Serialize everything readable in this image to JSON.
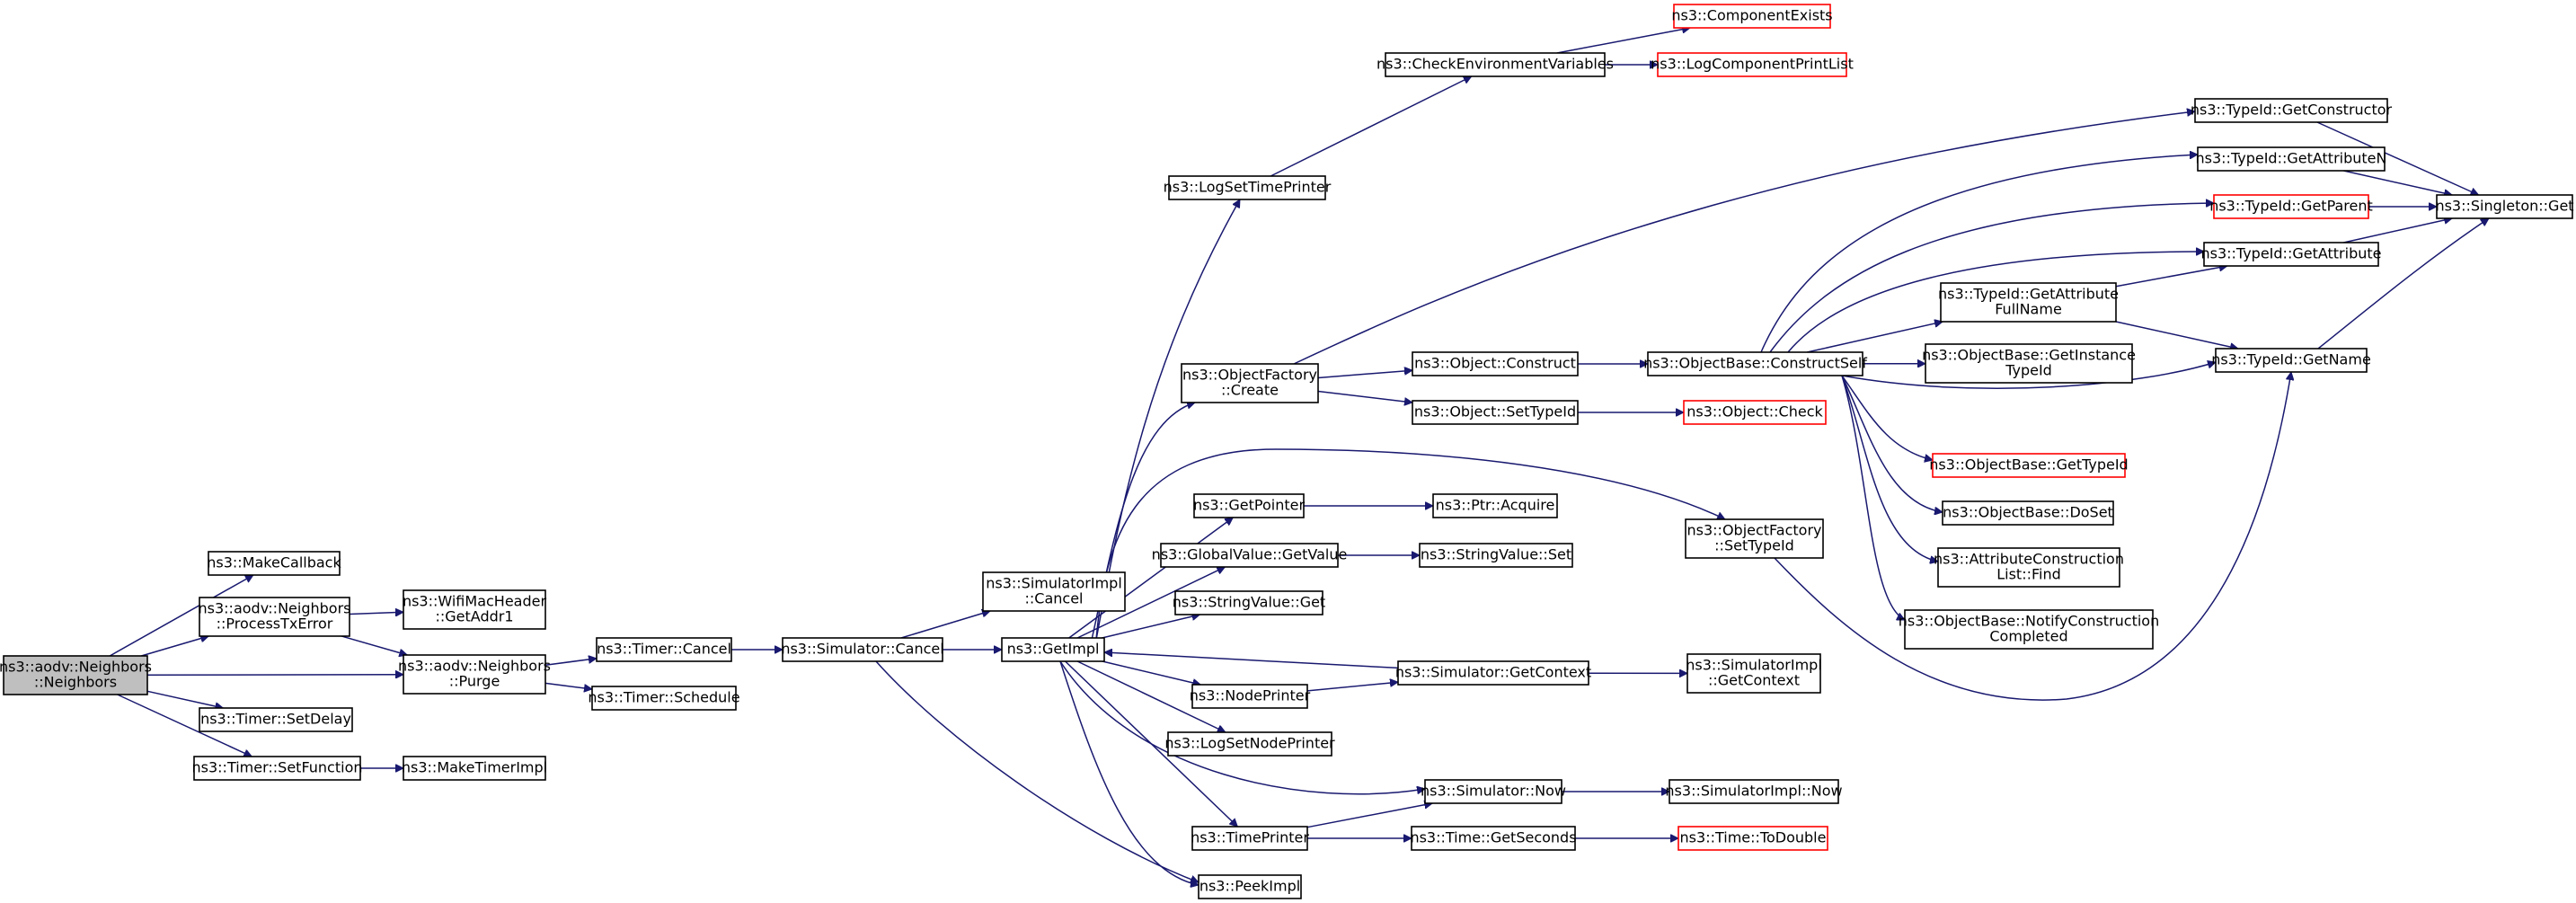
{
  "colors": {
    "edge": "#191970",
    "box_border": "#000000",
    "box_border_truncated": "#ff0000",
    "box_fill": "#ffffff",
    "root_fill": "#bfbfbf"
  },
  "nodes": [
    {
      "id": "root",
      "lines": [
        "ns3::aodv::Neighbors",
        "::Neighbors"
      ],
      "style": "root"
    },
    {
      "id": "makecallback",
      "lines": [
        "ns3::MakeCallback"
      ]
    },
    {
      "id": "processtxerror",
      "lines": [
        "ns3::aodv::Neighbors",
        "::ProcessTxError"
      ]
    },
    {
      "id": "timer_setdelay",
      "lines": [
        "ns3::Timer::SetDelay"
      ]
    },
    {
      "id": "timer_setfunction",
      "lines": [
        "ns3::Timer::SetFunction"
      ]
    },
    {
      "id": "wifimac_getaddr1",
      "lines": [
        "ns3::WifiMacHeader",
        "::GetAddr1"
      ]
    },
    {
      "id": "purge",
      "lines": [
        "ns3::aodv::Neighbors",
        "::Purge"
      ]
    },
    {
      "id": "maketimerimpl",
      "lines": [
        "ns3::MakeTimerImpl"
      ]
    },
    {
      "id": "timer_cancel",
      "lines": [
        "ns3::Timer::Cancel"
      ]
    },
    {
      "id": "timer_schedule",
      "lines": [
        "ns3::Timer::Schedule"
      ]
    },
    {
      "id": "simulator_cancel",
      "lines": [
        "ns3::Simulator::Cancel"
      ]
    },
    {
      "id": "simulatorimpl_cancel",
      "lines": [
        "ns3::SimulatorImpl",
        "::Cancel"
      ]
    },
    {
      "id": "getimpl",
      "lines": [
        "ns3::GetImpl"
      ]
    },
    {
      "id": "logsettimeprinter",
      "lines": [
        "ns3::LogSetTimePrinter"
      ]
    },
    {
      "id": "objectfactory_create",
      "lines": [
        "ns3::ObjectFactory",
        "::Create"
      ]
    },
    {
      "id": "getpointer",
      "lines": [
        "ns3::GetPointer"
      ]
    },
    {
      "id": "globalvalue_getvalue",
      "lines": [
        "ns3::GlobalValue::GetValue"
      ]
    },
    {
      "id": "stringvalue_get",
      "lines": [
        "ns3::StringValue::Get"
      ]
    },
    {
      "id": "nodeprinter",
      "lines": [
        "ns3::NodePrinter"
      ]
    },
    {
      "id": "logsetnodeprinter",
      "lines": [
        "ns3::LogSetNodePrinter"
      ]
    },
    {
      "id": "timeprinter",
      "lines": [
        "ns3::TimePrinter"
      ]
    },
    {
      "id": "peekimpl",
      "lines": [
        "ns3::PeekImpl"
      ]
    },
    {
      "id": "checkenvvars",
      "lines": [
        "ns3::CheckEnvironmentVariables"
      ]
    },
    {
      "id": "object_construct",
      "lines": [
        "ns3::Object::Construct"
      ]
    },
    {
      "id": "object_settypeid",
      "lines": [
        "ns3::Object::SetTypeId"
      ]
    },
    {
      "id": "ptr_acquire",
      "lines": [
        "ns3::Ptr::Acquire"
      ]
    },
    {
      "id": "stringvalue_set",
      "lines": [
        "ns3::StringValue::Set"
      ]
    },
    {
      "id": "simulator_getcontext",
      "lines": [
        "ns3::Simulator::GetContext"
      ]
    },
    {
      "id": "simulator_now",
      "lines": [
        "ns3::Simulator::Now"
      ]
    },
    {
      "id": "time_getseconds",
      "lines": [
        "ns3::Time::GetSeconds"
      ]
    },
    {
      "id": "componentexists",
      "lines": [
        "ns3::ComponentExists"
      ],
      "style": "truncated"
    },
    {
      "id": "logcomponentprintlist",
      "lines": [
        "ns3::LogComponentPrintList"
      ],
      "style": "truncated"
    },
    {
      "id": "objectbase_constructself",
      "lines": [
        "ns3::ObjectBase::ConstructSelf"
      ]
    },
    {
      "id": "object_check",
      "lines": [
        "ns3::Object::Check"
      ],
      "style": "truncated"
    },
    {
      "id": "objectfactory_settypeid",
      "lines": [
        "ns3::ObjectFactory",
        "::SetTypeId"
      ]
    },
    {
      "id": "simulatorimpl_getcontext",
      "lines": [
        "ns3::SimulatorImpl",
        "::GetContext"
      ]
    },
    {
      "id": "simulatorimpl_now",
      "lines": [
        "ns3::SimulatorImpl::Now"
      ]
    },
    {
      "id": "time_todouble",
      "lines": [
        "ns3::Time::ToDouble"
      ],
      "style": "truncated"
    },
    {
      "id": "typeid_getattributefullname",
      "lines": [
        "ns3::TypeId::GetAttribute",
        "FullName"
      ]
    },
    {
      "id": "objectbase_getinstancetypeid",
      "lines": [
        "ns3::ObjectBase::GetInstance",
        "TypeId"
      ]
    },
    {
      "id": "objectbase_gettypeid",
      "lines": [
        "ns3::ObjectBase::GetTypeId"
      ],
      "style": "truncated"
    },
    {
      "id": "objectbase_doset",
      "lines": [
        "ns3::ObjectBase::DoSet"
      ]
    },
    {
      "id": "attributeconstructionlist_find",
      "lines": [
        "ns3::AttributeConstruction",
        "List::Find"
      ]
    },
    {
      "id": "objectbase_notifyconstructioncompleted",
      "lines": [
        "ns3::ObjectBase::NotifyConstruction",
        "Completed"
      ]
    },
    {
      "id": "typeid_getconstructor",
      "lines": [
        "ns3::TypeId::GetConstructor"
      ]
    },
    {
      "id": "typeid_getattributen",
      "lines": [
        "ns3::TypeId::GetAttributeN"
      ]
    },
    {
      "id": "typeid_getparent",
      "lines": [
        "ns3::TypeId::GetParent"
      ],
      "style": "truncated"
    },
    {
      "id": "typeid_getattribute",
      "lines": [
        "ns3::TypeId::GetAttribute"
      ]
    },
    {
      "id": "typeid_getname",
      "lines": [
        "ns3::TypeId::GetName"
      ]
    },
    {
      "id": "singleton_get",
      "lines": [
        "ns3::Singleton::Get"
      ]
    }
  ],
  "edges": [
    [
      "root",
      "makecallback"
    ],
    [
      "root",
      "processtxerror"
    ],
    [
      "root",
      "purge"
    ],
    [
      "root",
      "timer_setdelay"
    ],
    [
      "root",
      "timer_setfunction"
    ],
    [
      "processtxerror",
      "wifimac_getaddr1"
    ],
    [
      "processtxerror",
      "purge"
    ],
    [
      "timer_setfunction",
      "maketimerimpl"
    ],
    [
      "purge",
      "timer_cancel"
    ],
    [
      "purge",
      "timer_schedule"
    ],
    [
      "timer_cancel",
      "simulator_cancel"
    ],
    [
      "simulator_cancel",
      "simulatorimpl_cancel"
    ],
    [
      "simulator_cancel",
      "getimpl"
    ],
    [
      "simulator_cancel",
      "peekimpl"
    ],
    [
      "getimpl",
      "logsettimeprinter"
    ],
    [
      "getimpl",
      "objectfactory_create"
    ],
    [
      "getimpl",
      "objectfactory_settypeid"
    ],
    [
      "getimpl",
      "getpointer"
    ],
    [
      "getimpl",
      "globalvalue_getvalue"
    ],
    [
      "getimpl",
      "stringvalue_get"
    ],
    [
      "getimpl",
      "nodeprinter"
    ],
    [
      "getimpl",
      "logsetnodeprinter"
    ],
    [
      "getimpl",
      "simulator_now"
    ],
    [
      "getimpl",
      "timeprinter"
    ],
    [
      "getimpl",
      "peekimpl"
    ],
    [
      "simulator_getcontext",
      "getimpl"
    ],
    [
      "nodeprinter",
      "simulator_getcontext"
    ],
    [
      "timeprinter",
      "simulator_now"
    ],
    [
      "timeprinter",
      "time_getseconds"
    ],
    [
      "logsettimeprinter",
      "checkenvvars"
    ],
    [
      "checkenvvars",
      "componentexists"
    ],
    [
      "checkenvvars",
      "logcomponentprintlist"
    ],
    [
      "objectfactory_create",
      "object_construct"
    ],
    [
      "objectfactory_create",
      "object_settypeid"
    ],
    [
      "objectfactory_create",
      "typeid_getconstructor"
    ],
    [
      "getpointer",
      "ptr_acquire"
    ],
    [
      "globalvalue_getvalue",
      "stringvalue_set"
    ],
    [
      "simulator_getcontext",
      "simulatorimpl_getcontext"
    ],
    [
      "simulator_now",
      "simulatorimpl_now"
    ],
    [
      "time_getseconds",
      "time_todouble"
    ],
    [
      "object_construct",
      "objectbase_constructself"
    ],
    [
      "object_settypeid",
      "object_check"
    ],
    [
      "objectfactory_settypeid",
      "typeid_getname"
    ],
    [
      "objectbase_constructself",
      "typeid_getattributen"
    ],
    [
      "objectbase_constructself",
      "typeid_getparent"
    ],
    [
      "objectbase_constructself",
      "typeid_getattribute"
    ],
    [
      "objectbase_constructself",
      "typeid_getattributefullname"
    ],
    [
      "objectbase_constructself",
      "objectbase_getinstancetypeid"
    ],
    [
      "objectbase_constructself",
      "typeid_getname"
    ],
    [
      "objectbase_constructself",
      "objectbase_gettypeid"
    ],
    [
      "objectbase_constructself",
      "objectbase_doset"
    ],
    [
      "objectbase_constructself",
      "attributeconstructionlist_find"
    ],
    [
      "objectbase_constructself",
      "objectbase_notifyconstructioncompleted"
    ],
    [
      "typeid_getattributefullname",
      "typeid_getattribute"
    ],
    [
      "typeid_getattributefullname",
      "typeid_getname"
    ],
    [
      "typeid_getconstructor",
      "singleton_get"
    ],
    [
      "typeid_getattributen",
      "singleton_get"
    ],
    [
      "typeid_getparent",
      "singleton_get"
    ],
    [
      "typeid_getattribute",
      "singleton_get"
    ],
    [
      "typeid_getname",
      "singleton_get"
    ]
  ]
}
